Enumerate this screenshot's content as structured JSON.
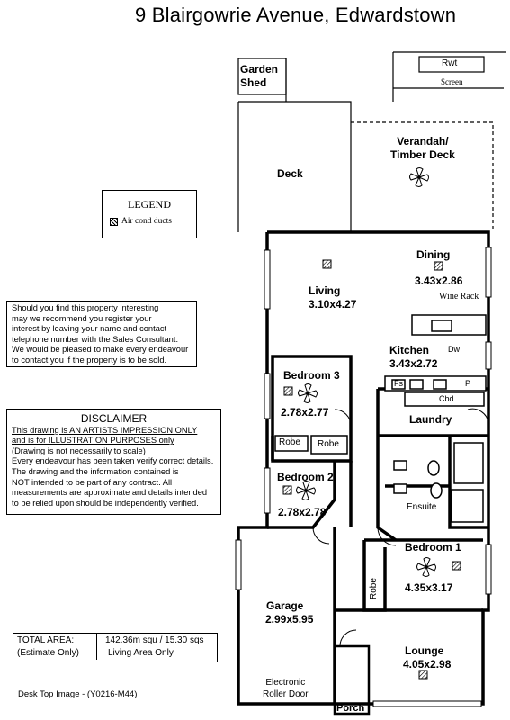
{
  "title": "9 Blairgowrie Avenue, Edwardstown",
  "legend": {
    "title": "LEGEND",
    "item": "Air cond ducts"
  },
  "contact_note": [
    "Should you find this property interesting",
    "may we recommend you register your",
    "interest by leaving your name and contact",
    "telephone number with the Sales Consultant.",
    "We would be pleased to make every endeavour",
    "to contact you if the property is to be sold."
  ],
  "disclaimer": {
    "title": "DISCLAIMER",
    "lines": [
      "This drawing is AN ARTISTS IMPRESSION ONLY",
      "and is for ILLUSTRATION PURPOSES only",
      "(Drawing is not necessarily to scale)",
      "Every endeavour has been taken verify correct details.",
      "The drawing and the information contained is",
      "NOT intended to be part of any contract.  All",
      "measurements are approximate and details intended",
      "to be relied upon should be independently verified."
    ]
  },
  "total_area": {
    "label_1": "TOTAL AREA:",
    "label_2": "(Estimate Only)",
    "value_1": "142.36m squ / 15.30 sqs",
    "value_2": "Living Area Only"
  },
  "footer": "Desk Top Image - (Y0216-M44)",
  "rooms": {
    "garden_shed": "Garden\nShed",
    "rwt": "Rwt",
    "screen": "Screen",
    "deck": "Deck",
    "verandah": "Verandah/\nTimber Deck",
    "dining": "Dining",
    "dining_size": "3.43x2.86",
    "wine_rack": "Wine Rack",
    "living": "Living",
    "living_size": "3.10x4.27",
    "kitchen": "Kitchen",
    "kitchen_size": "3.43x2.72",
    "dw": "Dw",
    "fs": "Fs",
    "p": "P",
    "cbd": "Cbd",
    "bedroom3": "Bedroom 3",
    "bedroom3_size": "2.78x2.77",
    "laundry": "Laundry",
    "robe1": "Robe",
    "robe2": "Robe",
    "bedroom2": "Bedroom 2",
    "bedroom2_size": "2.78x2.78",
    "ensuite": "Ensuite",
    "bedroom1": "Bedroom 1",
    "bedroom1_size": "4.35x3.17",
    "robe3": "Robe",
    "garage": "Garage",
    "garage_size": "2.99x5.95",
    "roller": "Electronic\nRoller Door",
    "lounge": "Lounge",
    "lounge_size": "4.05x2.98",
    "porch": "Porch"
  }
}
